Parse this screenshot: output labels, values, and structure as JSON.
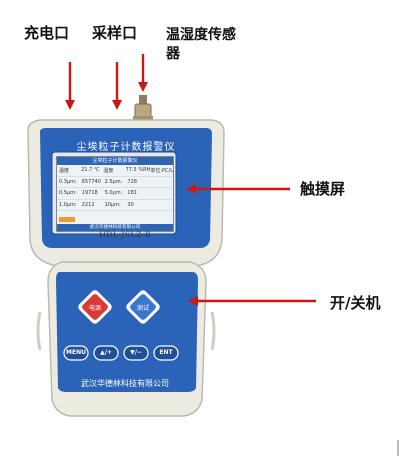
{
  "annotations": {
    "charge_port": "充电口",
    "sample_port": "采样口",
    "sensor": "温湿度传感器",
    "touch_screen": "触摸屏",
    "power": "开/关机"
  },
  "device": {
    "title": "尘埃粒子计数报警仪",
    "model": "HDL-JSLZ-B",
    "brand": "武汉华德林科技有限公司",
    "screen": {
      "header": "尘埃粒子计数报警仪",
      "rows": [
        [
          "温度",
          "21.7 ℃",
          "湿度",
          "77.5 %RH",
          "单位:PC/L"
        ],
        [
          "0.3μm:",
          "657740",
          "2.5μm:",
          "728",
          ""
        ],
        [
          "0.5μm:",
          "19718",
          "5.0μm:",
          "181",
          ""
        ],
        [
          "1.0μm:",
          "2212",
          "10μm:",
          "30",
          ""
        ]
      ],
      "footer": "武汉华德林科技有限公司"
    },
    "buttons": {
      "power": "电源",
      "test": "测试",
      "menu": "MENU",
      "up": "▲/+",
      "down": "▼/−",
      "enter": "ENT"
    }
  },
  "colors": {
    "body": "#ecebe1",
    "panel_blue": "#2a63b8",
    "button_red": "#d93a35",
    "arrow_red": "#d11515"
  }
}
